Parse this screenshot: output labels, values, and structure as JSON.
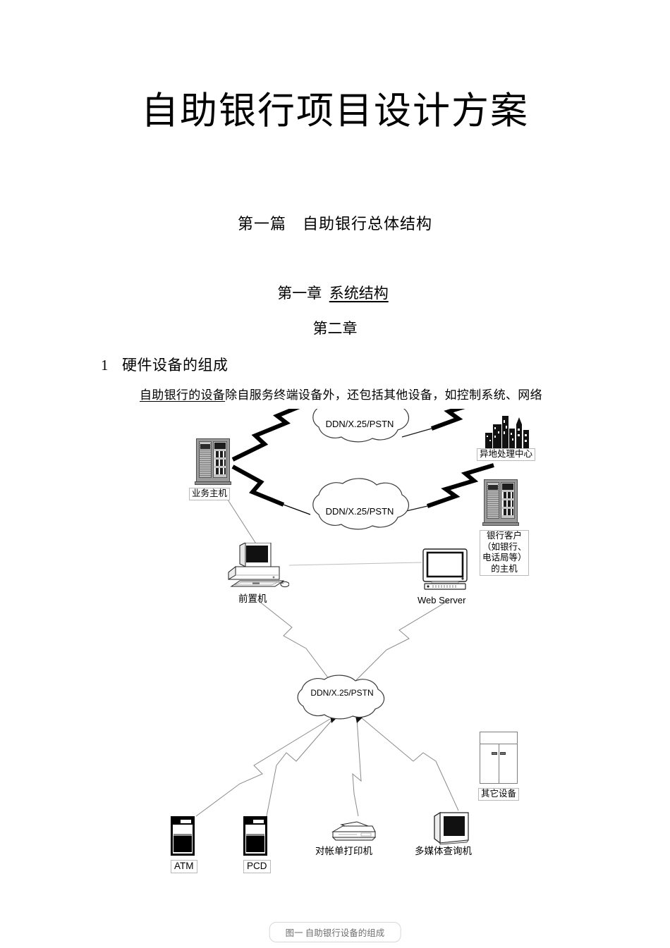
{
  "document": {
    "title": "自助银行项目设计方案",
    "part_heading": "第一篇　自助银行总体结构",
    "chapter_one_prefix": "第一章",
    "chapter_one_title": "系统结构",
    "chapter_two": "第二章",
    "section_number": "1",
    "section_title": "硬件设备的组成",
    "paragraph_underlined": "自助银行的设备",
    "paragraph_rest": "除自服务终端设备外，还包括其他设备，如控制系统、网络",
    "figure_caption": "图一  自助银行设备的组成"
  },
  "diagram": {
    "nodes": {
      "business_host": "业务主机",
      "remote_center": "异地处理中心",
      "bank_customer_host": "银行客户\n（如银行、\n电话局等）\n的主机",
      "bank_customer_host_lines": [
        "银行客户",
        "（如银行、",
        "电话局等）",
        "的主机"
      ],
      "front_end": "前置机",
      "web_server": "Web Server",
      "cloud_top": "DDN/X.25/PSTN",
      "cloud_middle": "DDN/X.25/PSTN",
      "cloud_center": "DDN/X.25/PSTN",
      "atm": "ATM",
      "pcd": "PCD",
      "statement_printer": "对帐单打印机",
      "multimedia_kiosk": "多媒体查询机",
      "other_equipment": "其它设备"
    },
    "colors": {
      "line_thin": "#8a8a8a",
      "line_thick": "#000000",
      "cloud_stroke": "#3a3a3a",
      "label_border": "#b9b9b9",
      "caption_text": "#6f6f6f"
    }
  }
}
